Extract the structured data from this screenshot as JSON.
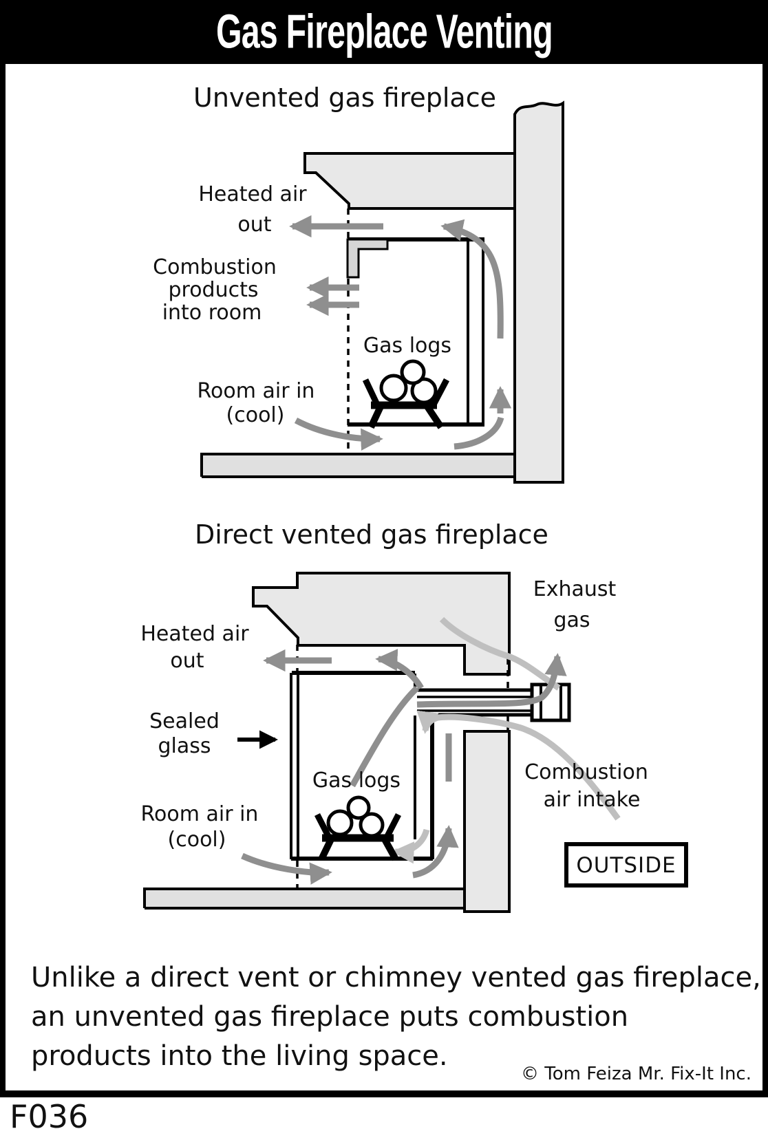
{
  "header": {
    "title": "Gas Fireplace Venting"
  },
  "top_diagram": {
    "title": "Unvented gas fireplace",
    "labels": {
      "heated_air_1": "Heated air",
      "heated_air_2": "out",
      "combustion_1": "Combustion",
      "combustion_2": "products",
      "combustion_3": "into room",
      "gas_logs": "Gas logs",
      "room_air_1": "Room air in",
      "room_air_2": "(cool)"
    }
  },
  "bottom_diagram": {
    "title": "Direct vented gas fireplace",
    "labels": {
      "exhaust_1": "Exhaust",
      "exhaust_2": "gas",
      "heated_air_1": "Heated air",
      "heated_air_2": "out",
      "sealed_1": "Sealed",
      "sealed_2": "glass",
      "gas_logs": "Gas logs",
      "room_air_1": "Room air in",
      "room_air_2": "(cool)",
      "combustion_1": "Combustion",
      "combustion_2": "air intake",
      "outside": "OUTSIDE"
    }
  },
  "caption": {
    "line1": "Unlike a direct vent or chimney vented gas fireplace,",
    "line2": "an unvented gas fireplace puts combustion",
    "line3": "products into the living space.",
    "credit": "© Tom Feiza Mr. Fix-It Inc."
  },
  "footer": {
    "code": "F036"
  },
  "colors": {
    "wall_fill": "#e8e8e8",
    "floor_fill": "#e0e0e0",
    "hood_fill": "#d6d6d6",
    "arrow_dark": "#8f8f8f",
    "arrow_light": "#bfbfbf",
    "ink": "#000000"
  }
}
